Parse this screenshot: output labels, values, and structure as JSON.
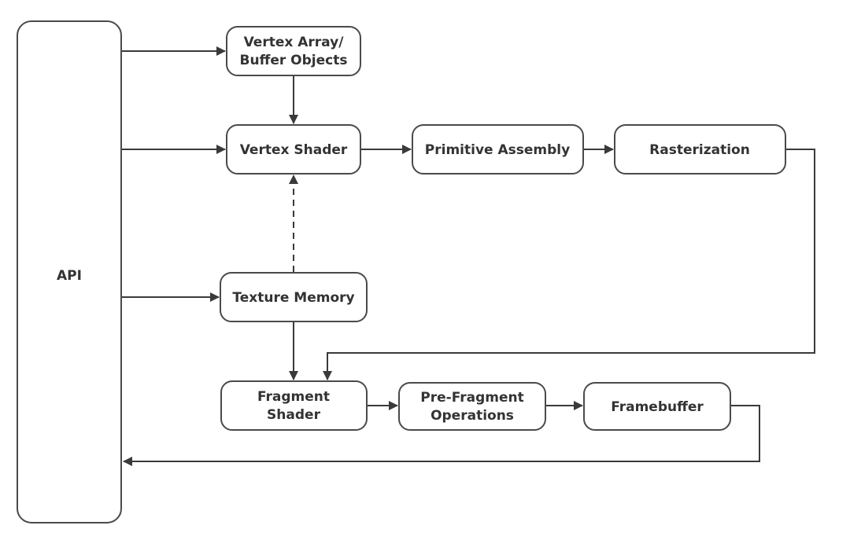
{
  "nodes": {
    "api": {
      "label": "API"
    },
    "vertex_array": {
      "line1": "Vertex Array/",
      "line2": "Buffer Objects"
    },
    "vertex_shader": {
      "label": "Vertex Shader"
    },
    "primitive_assembly": {
      "label": "Primitive Assembly"
    },
    "rasterization": {
      "label": "Rasterization"
    },
    "texture_memory": {
      "label": "Texture Memory"
    },
    "fragment_shader": {
      "line1": "Fragment",
      "line2": "Shader"
    },
    "pre_fragment": {
      "line1": "Pre-Fragment",
      "line2": "Operations"
    },
    "framebuffer": {
      "label": "Framebuffer"
    }
  },
  "colors": {
    "stroke": "#4a4a4a",
    "text": "#333333",
    "background": "#ffffff"
  }
}
